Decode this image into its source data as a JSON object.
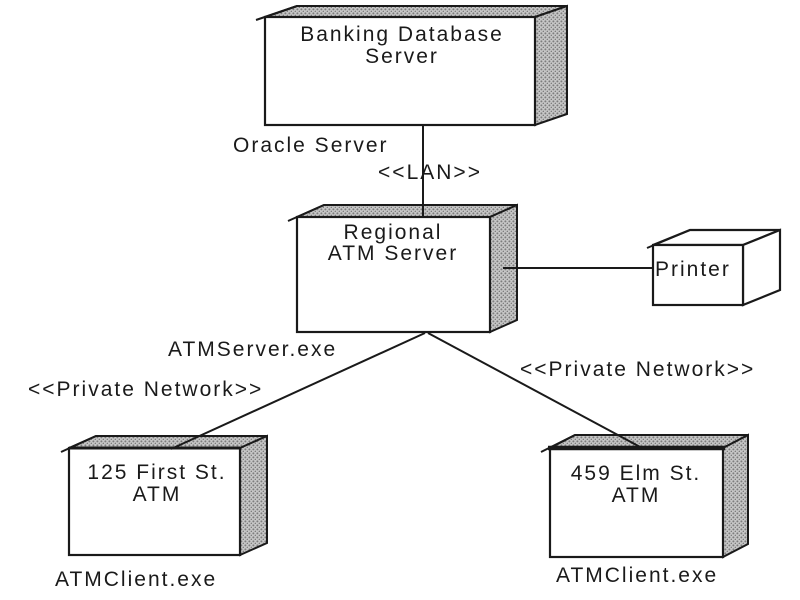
{
  "diagram_type": "uml-deployment-diagram",
  "colors": {
    "line": "#1a1a1a",
    "text": "#1a1a1a",
    "node_fill": "#ffffff",
    "hatch_base": "#c6c6c6",
    "hatch_dot": "#7d7d7d",
    "background": "#ffffff"
  },
  "nodes": {
    "banking_db": {
      "line1": "Banking Database",
      "line2": "Server"
    },
    "regional_atm": {
      "line1": "Regional",
      "line2": "ATM Server"
    },
    "printer": {
      "label": "Printer"
    },
    "atm_first": {
      "line1": "125 First St.",
      "line2": "ATM"
    },
    "atm_elm": {
      "line1": "459 Elm St.",
      "line2": "ATM"
    }
  },
  "labels": {
    "oracle_server": "Oracle Server",
    "lan": "<<LAN>>",
    "atm_server_exe": "ATMServer.exe",
    "private_network_left": "<<Private Network>>",
    "private_network_right": "<<Private Network>>",
    "atm_client_exe_left": "ATMClient.exe",
    "atm_client_exe_right": "ATMClient.exe"
  },
  "connections": [
    {
      "from": "Banking Database Server",
      "to": "Regional ATM Server",
      "stereotype": "<<LAN>>",
      "label": "Oracle Server"
    },
    {
      "from": "Regional ATM Server",
      "to": "Printer"
    },
    {
      "from": "Regional ATM Server",
      "to": "125 First St. ATM",
      "stereotype": "<<Private Network>>"
    },
    {
      "from": "Regional ATM Server",
      "to": "459 Elm St. ATM",
      "stereotype": "<<Private Network>>"
    }
  ]
}
